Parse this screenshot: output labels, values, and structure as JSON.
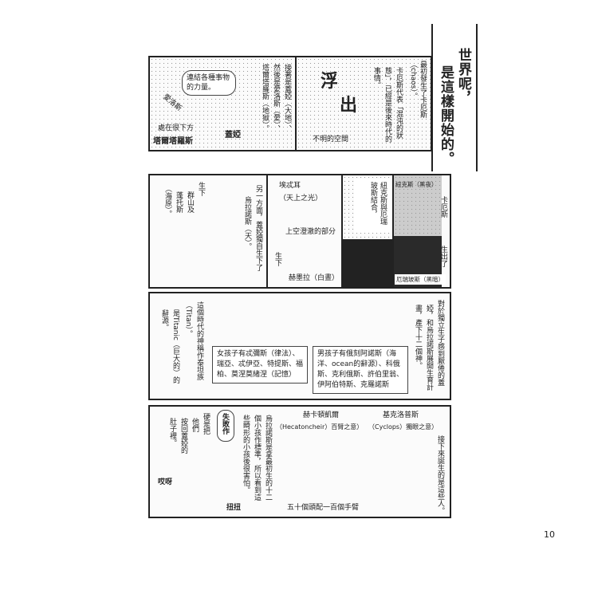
{
  "title": "世界呢，是這樣開始的。",
  "title_lines": [
    "世界呢，",
    "是這樣開始的。"
  ],
  "row1": {
    "left": {
      "speech": "連結各種事物的力量。",
      "eros": "愛洛斯",
      "below": "處在很下方",
      "tartarus": "塔爾塔羅斯",
      "gaia": "蓋婭",
      "narration": [
        "接著是蓋婭（大地）、",
        "然後是愛洛斯（愛）、",
        "塔爾塔羅斯（地獄）。"
      ]
    },
    "right": {
      "narration1": "最初發生了卡厄斯（chaos）。",
      "narration2": [
        "卡厄斯代表「混沌的狀",
        "態」，已經是後來時代的",
        "事情。"
      ],
      "float": [
        "浮",
        "出"
      ],
      "space": "不明的空間"
    }
  },
  "row2": {
    "p1": {
      "narration": [
        "另一方面，蓋婭獨自生下了",
        "烏拉諾斯（天）。"
      ],
      "born": [
        "生下",
        "群山及",
        "蓬托斯",
        "（海原）。"
      ]
    },
    "p2": {
      "aether": "埃忒耳",
      "aether_sub": "（天上之光）",
      "upper": "上空澄澈的部分",
      "born": "生下",
      "hemera": "赫墨拉（白晝）"
    },
    "p3": {
      "text": "紐克斯與厄瑞玻斯結合，"
    },
    "p4": {
      "nyx": "紐克斯（黑夜）",
      "chaos": "卡厄斯",
      "born": "生出了",
      "erebus": "厄瑞玻斯（黑暗）"
    }
  },
  "row3": {
    "narration_right": [
      "對於獨立生子感到厭倦的蓋",
      "婭，和烏拉諾斯展開生育計",
      "畫，產下十二個神。"
    ],
    "narration_left": [
      "這個時代的神稱作泰坦族",
      "（Titan）。",
      "是Titanic（巨大的）的",
      "辭源。"
    ],
    "boys": "男孩子有俄刻阿諾斯（海洋、ocean的辭源）、科俄斯、克利俄斯、許伯里翁、伊阿伯特斯、克羅諾斯",
    "girls": "女孩子有忒彌斯（律法）、瑞亞、忒伊亞、特提斯、福柏、莫涅莫緒涅（記憶）"
  },
  "row4": {
    "narration_right": "接下來誕生的是這些人。",
    "cyclops": "基克洛普斯",
    "cyclops_sub": "（Cyclops）獨眼之意）",
    "hecaton": "赫卡頓凱爾",
    "hecaton_sub": "（Hecatoncheir）百臂之意）",
    "hecaton_caption": "五十個頭配一百個手臂",
    "narration_mid": [
      "烏拉諾斯是拿最初生的十二",
      "個小孩作標準，所以看到這",
      "些畸形的小孩後很害怕。"
    ],
    "narration_left": [
      "硬是把",
      "他們",
      "按回蓋婭的",
      "肚子裡。"
    ],
    "oops": "失敗作",
    "aiya": "哎呀",
    "twist": "扭扭"
  },
  "page_number": "10"
}
